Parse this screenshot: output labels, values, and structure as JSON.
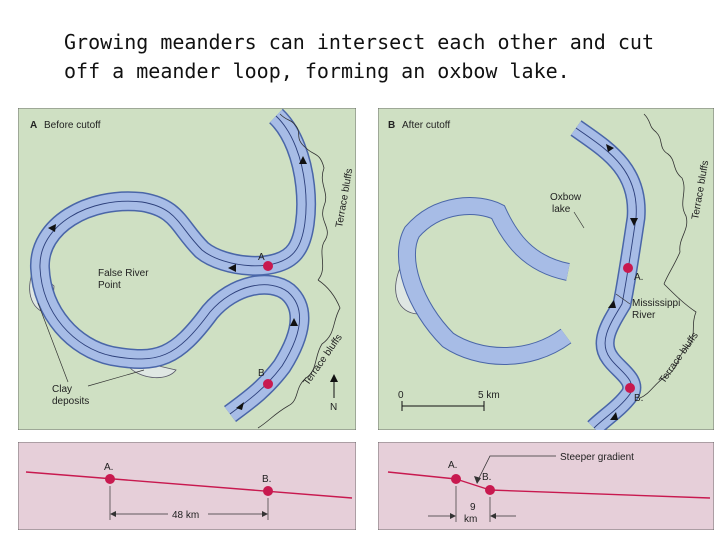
{
  "caption": {
    "line1": "Growing meanders can intersect each other and cut",
    "line2": "off a meander loop, forming an oxbow lake."
  },
  "panel_a": {
    "letter": "A",
    "title": "Before cutoff",
    "terrace_bluffs_top": "Terrace bluffs",
    "terrace_bluffs_bottom": "Terrace bluffs",
    "false_river_line1": "False River",
    "false_river_line2": "Point",
    "clay_line1": "Clay",
    "clay_line2": "deposits",
    "point_a": "A",
    "point_b": "B",
    "north": "N"
  },
  "panel_b": {
    "letter": "B",
    "title": "After cutoff",
    "oxbow_line1": "Oxbow",
    "oxbow_line2": "lake",
    "terrace_bluffs_top": "Terrace bluffs",
    "terrace_bluffs_bottom": "Terrace bluffs",
    "mississippi_line1": "Mississippi",
    "mississippi_line2": "River",
    "point_a": "A.",
    "point_b": "B.",
    "scale_start": "0",
    "scale_end": "5 km"
  },
  "profile_a": {
    "point_a": "A.",
    "point_b": "B.",
    "distance": "48 km"
  },
  "profile_b": {
    "point_a": "A.",
    "point_b": "B.",
    "gradient_label": "Steeper gradient",
    "distance_value": "9",
    "distance_unit": "km"
  },
  "colors": {
    "map_bg": "#cfe0c3",
    "profile_bg": "#e6cfd9",
    "river": "#a7bce6",
    "river_outline": "#4a66a8",
    "marker": "#c8194f"
  }
}
